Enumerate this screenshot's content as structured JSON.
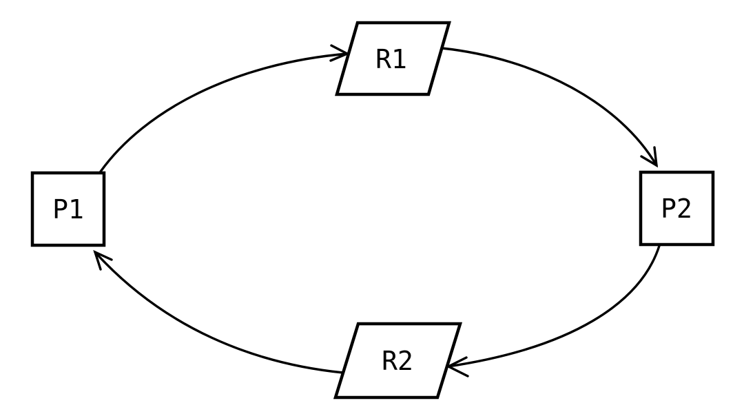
{
  "diagram": {
    "type": "directed-cycle-graph",
    "colors": {
      "stroke": "#000000",
      "node_fill": "#ffffff",
      "background": "#ffffff"
    },
    "nodes": [
      {
        "id": "P1",
        "label": "P1",
        "shape": "rectangle"
      },
      {
        "id": "R1",
        "label": "R1",
        "shape": "parallelogram"
      },
      {
        "id": "P2",
        "label": "P2",
        "shape": "rectangle"
      },
      {
        "id": "R2",
        "label": "R2",
        "shape": "parallelogram"
      }
    ],
    "edges": [
      {
        "from": "P1",
        "to": "R1",
        "arrow": "open"
      },
      {
        "from": "R1",
        "to": "P2",
        "arrow": "open"
      },
      {
        "from": "P2",
        "to": "R2",
        "arrow": "open"
      },
      {
        "from": "R2",
        "to": "P1",
        "arrow": "open"
      }
    ]
  }
}
